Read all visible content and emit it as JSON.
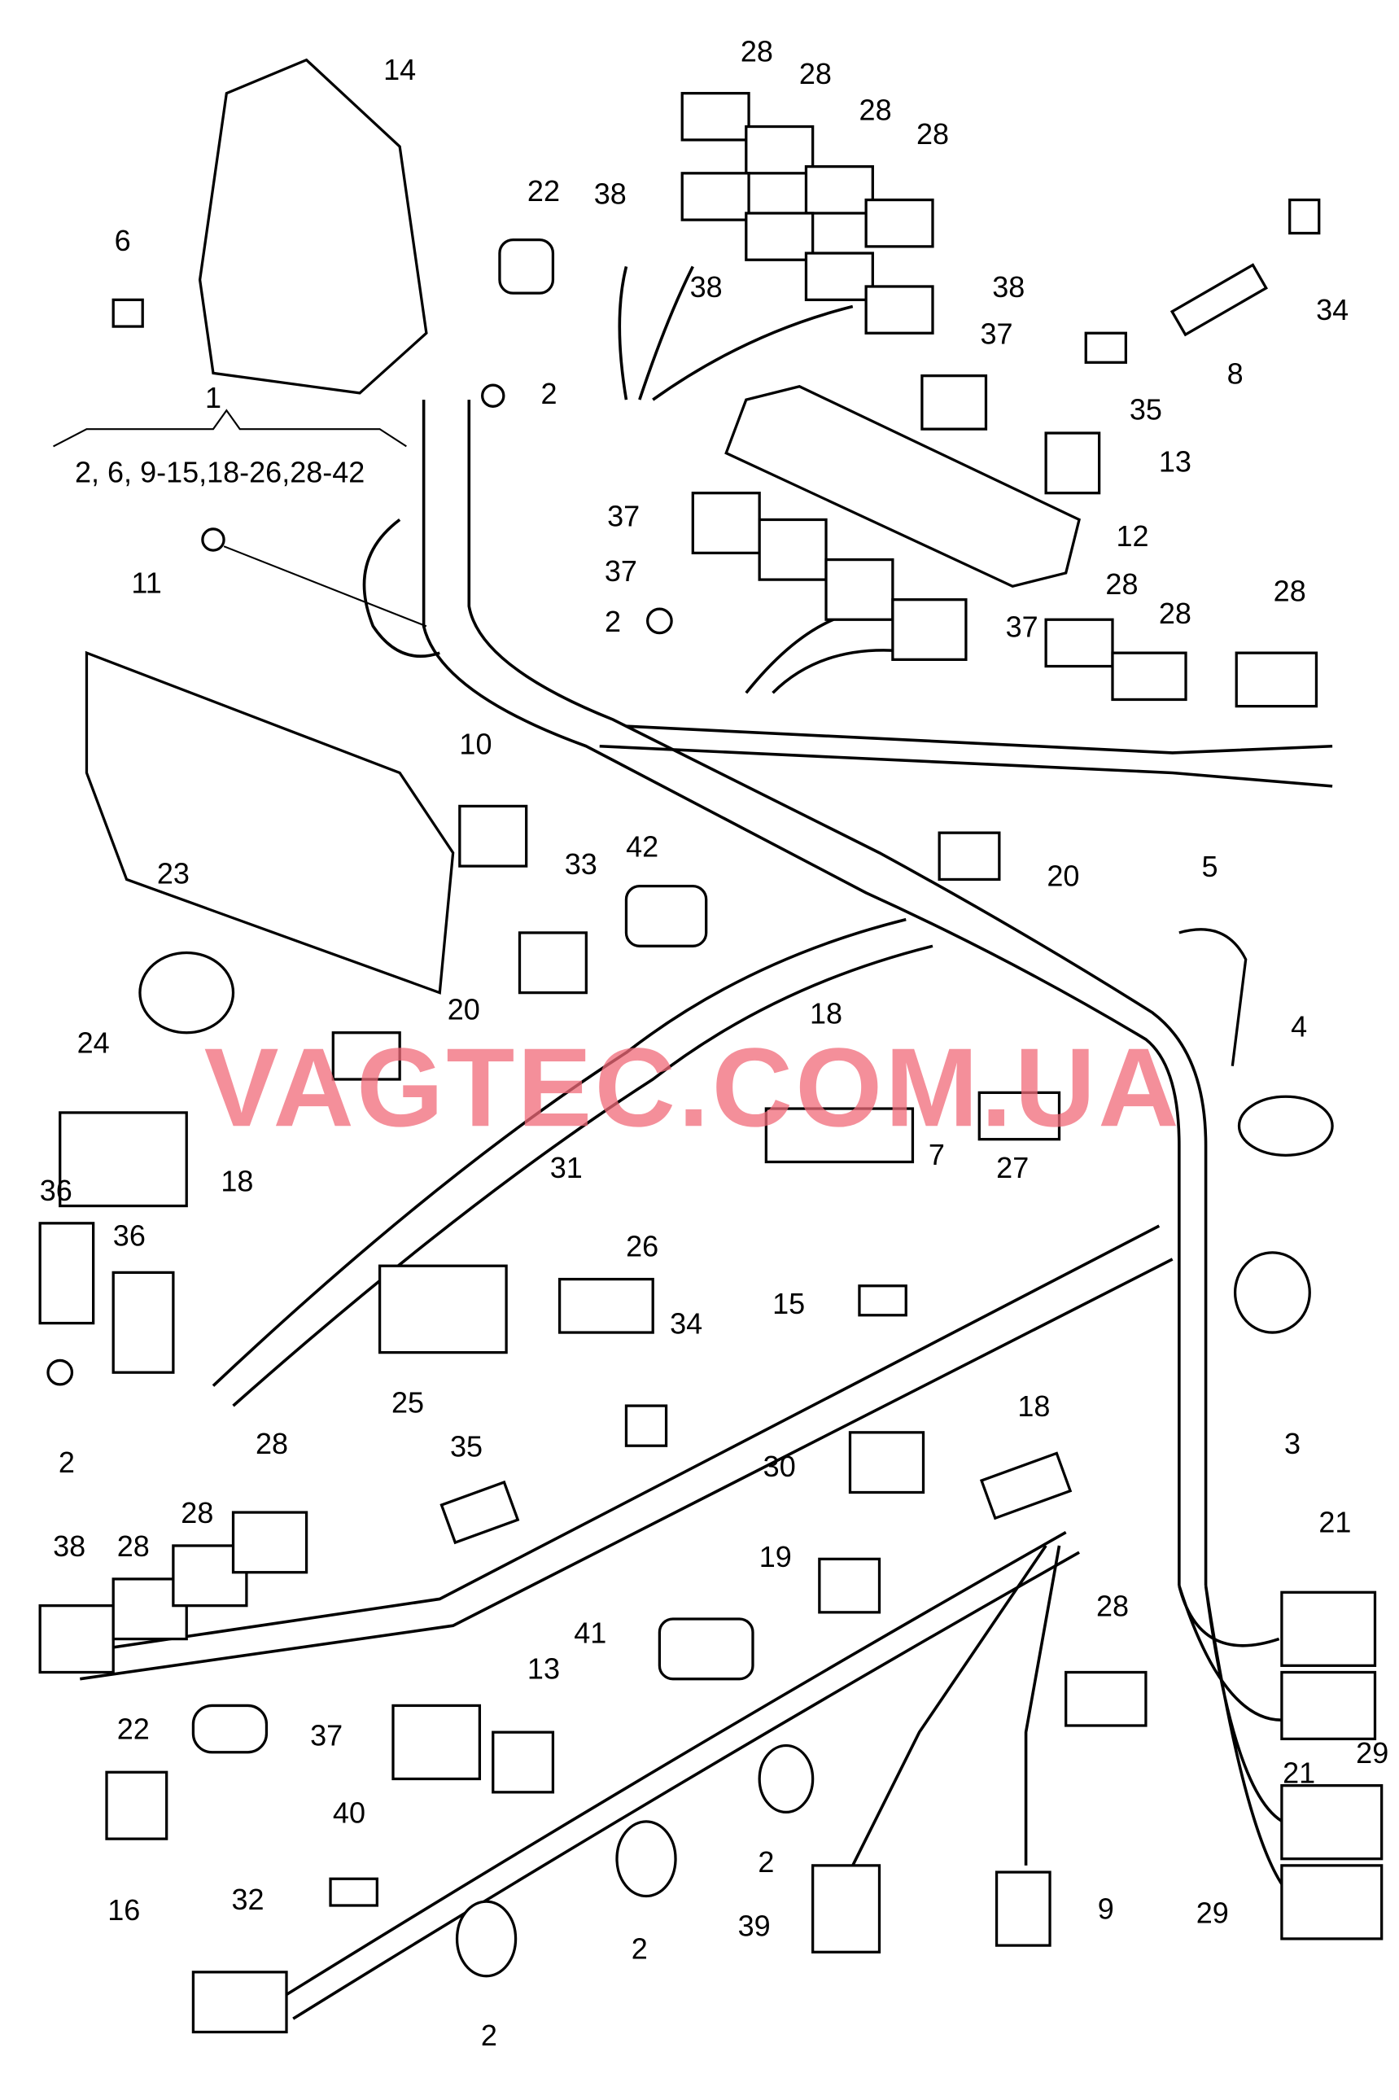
{
  "diagram": {
    "title_label": "1",
    "title_range": "2, 6, 9-15,18-26,28-42",
    "watermark": "VAGTEC.COM.UA",
    "watermark_color": "#f06a78",
    "callouts": [
      "14",
      "6",
      "22",
      "2",
      "28",
      "28",
      "28",
      "28",
      "38",
      "38",
      "38",
      "34",
      "8",
      "35",
      "37",
      "13",
      "12",
      "37",
      "37",
      "37",
      "2",
      "28",
      "28",
      "28",
      "11",
      "10",
      "20",
      "5",
      "23",
      "33",
      "42",
      "24",
      "20",
      "18",
      "7",
      "27",
      "4",
      "18",
      "31",
      "36",
      "36",
      "26",
      "34",
      "15",
      "3",
      "25",
      "2",
      "35",
      "18",
      "30",
      "28",
      "28",
      "28",
      "38",
      "19",
      "21",
      "41",
      "28",
      "22",
      "37",
      "13",
      "21",
      "29",
      "40",
      "2",
      "16",
      "32",
      "2",
      "39",
      "9",
      "29",
      "2"
    ]
  }
}
